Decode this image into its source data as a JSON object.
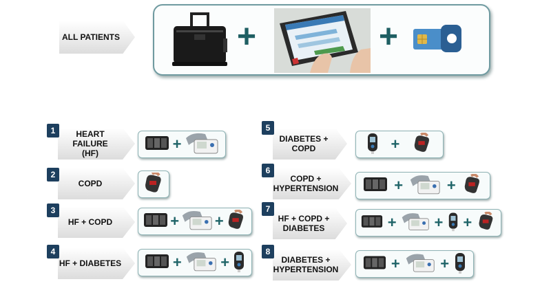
{
  "header": {
    "label": "ALL PATIENTS",
    "devices": [
      "bag-icon",
      "tablet-icon",
      "sim-card-icon"
    ]
  },
  "groups": [
    {
      "number": "1",
      "line1": "HEART FAILURE",
      "line2": "(HF)",
      "devices": [
        "scale-icon",
        "blood-pressure-monitor-icon"
      ]
    },
    {
      "number": "2",
      "line1": "COPD",
      "line2": "",
      "devices": [
        "pulse-oximeter-icon"
      ]
    },
    {
      "number": "3",
      "line1": "HF + COPD",
      "line2": "",
      "devices": [
        "scale-icon",
        "blood-pressure-monitor-icon",
        "pulse-oximeter-icon"
      ]
    },
    {
      "number": "4",
      "line1": "HF + DIABETES",
      "line2": "",
      "devices": [
        "scale-icon",
        "blood-pressure-monitor-icon",
        "glucometer-icon"
      ]
    },
    {
      "number": "5",
      "line1": "DIABETES +",
      "line2": "COPD",
      "devices": [
        "glucometer-icon",
        "pulse-oximeter-icon"
      ]
    },
    {
      "number": "6",
      "line1": "COPD +",
      "line2": "HYPERTENSION",
      "devices": [
        "scale-icon",
        "blood-pressure-monitor-icon",
        "pulse-oximeter-icon"
      ]
    },
    {
      "number": "7",
      "line1": "HF + COPD +",
      "line2": "DIABETES",
      "devices": [
        "scale-icon",
        "blood-pressure-monitor-icon",
        "glucometer-icon",
        "pulse-oximeter-icon"
      ]
    },
    {
      "number": "8",
      "line1": "DIABETES +",
      "line2": "HYPERTENSION",
      "devices": [
        "scale-icon",
        "blood-pressure-monitor-icon",
        "glucometer-icon"
      ]
    }
  ],
  "plus_symbol": "+"
}
